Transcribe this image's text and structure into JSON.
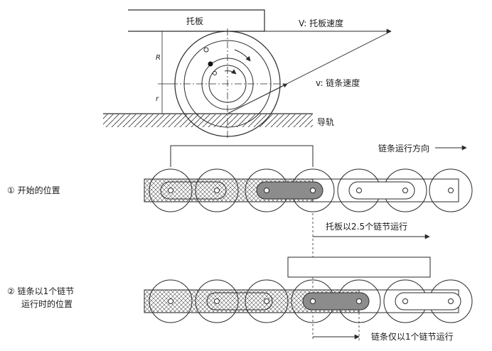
{
  "labels": {
    "pallet": "托板",
    "pallet_speed": "V: 托板速度",
    "chain_speed": "v: 链条速度",
    "guide_rail": "导轨",
    "radius_R": "R",
    "radius_r": "r",
    "chain_direction": "链条运行方向",
    "start_position": "① 开始的位置",
    "pallet_move": "托板以2.5个链节运行",
    "chain_move_position_1": "② 链条以1个链节",
    "chain_move_position_2": "运行时的位置",
    "chain_move": "链条仅以1个链节运行"
  },
  "colors": {
    "line": "#2a2a2a",
    "highlight_link": "#8c8c8c",
    "hatch": "#555555"
  }
}
